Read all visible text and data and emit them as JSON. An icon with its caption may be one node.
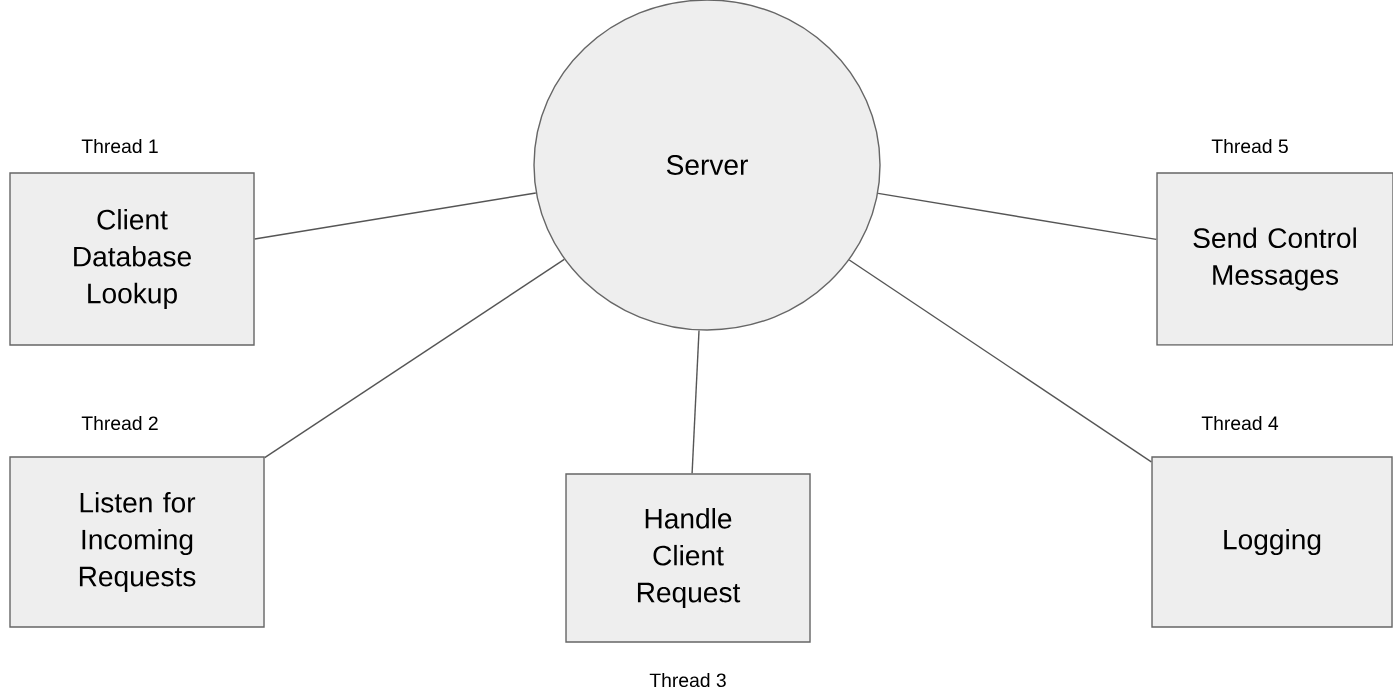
{
  "diagram": {
    "nodes": [
      {
        "text": [
          "Server"
        ]
      },
      {
        "text": [
          "Client Database Lookup"
        ],
        "beside": [
          "Thread 1"
        ]
      },
      {
        "text": [
          "Send Control Messages"
        ],
        "beside": [
          "Thread 5"
        ]
      },
      {
        "text": [
          "Listen for Incoming Requests"
        ],
        "beside": [
          "Thread 2"
        ]
      },
      {
        "text": [
          "Handle Client Request"
        ],
        "beside": [
          "Thread 3"
        ]
      },
      {
        "text": [
          "Logging"
        ],
        "beside": [
          "Thread 4"
        ]
      }
    ],
    "edges": [
      {
        "from": 0,
        "to": 1,
        "arrow": "none"
      },
      {
        "from": 0,
        "to": 2,
        "arrow": "none"
      },
      {
        "from": 0,
        "to": 3,
        "arrow": "none"
      },
      {
        "from": 0,
        "to": 4,
        "arrow": "none"
      },
      {
        "from": 0,
        "to": 5,
        "arrow": "none"
      }
    ]
  }
}
